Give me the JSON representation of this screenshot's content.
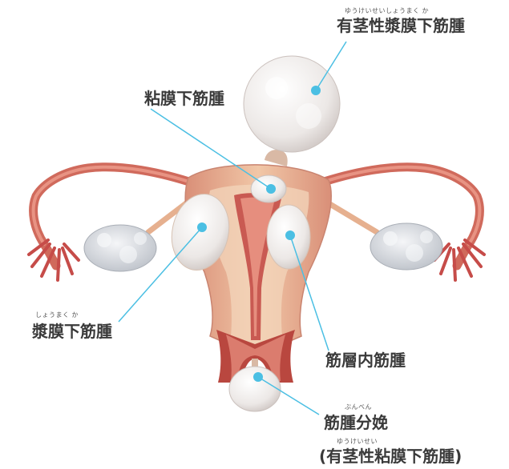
{
  "labels": {
    "pedunculated_subserosal": {
      "ruby": "ゆうけいせいしょうまく か",
      "text": "有茎性漿膜下筋腫"
    },
    "submucosal": {
      "text": "粘膜下筋腫"
    },
    "subserosal": {
      "ruby": "しょうまく か",
      "text": "漿膜下筋腫"
    },
    "intramural": {
      "text": "筋層内筋腫"
    },
    "myoma_delivery": {
      "ruby": "ぶんべん",
      "text": "筋腫分娩"
    },
    "pedunculated_submucosal": {
      "ruby": "ゆうけいせい",
      "text": "(有茎性粘膜下筋腫)"
    }
  },
  "colors": {
    "pointer": "#4bbfe3",
    "tissue": "#efc9a8",
    "muscle": "#e8a08c",
    "tube": "#d86a5f",
    "fibroid": "#f4f1ee",
    "ovary": "#e3e6ea",
    "label": "#3a3a3a"
  }
}
